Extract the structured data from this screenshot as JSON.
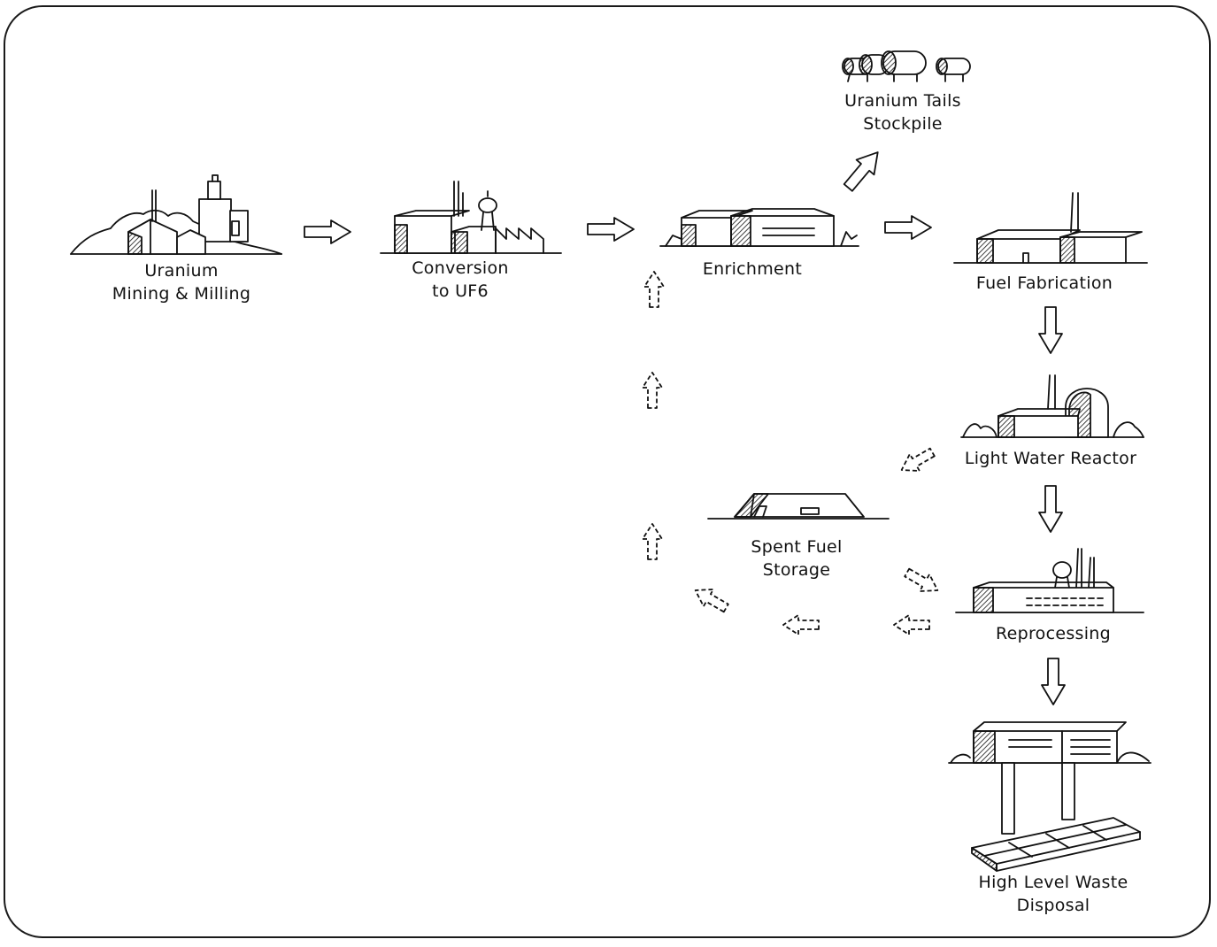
{
  "diagram": {
    "nodes": {
      "mining": {
        "line1": "Uranium",
        "line2": "Mining & Milling",
        "icon": "mine-mill-icon"
      },
      "conversion": {
        "line1": "Conversion",
        "line2": "to UF6",
        "icon": "factory-icon"
      },
      "enrichment": {
        "line1": "Enrichment",
        "icon": "enrichment-plant-icon"
      },
      "tails": {
        "line1": "Uranium Tails",
        "line2": "Stockpile",
        "icon": "cylinders-icon"
      },
      "fabrication": {
        "line1": "Fuel Fabrication",
        "icon": "fabrication-plant-icon"
      },
      "reactor": {
        "line1": "Light Water Reactor",
        "icon": "reactor-dome-icon"
      },
      "storage": {
        "line1": "Spent Fuel",
        "line2": "Storage",
        "icon": "storage-building-icon"
      },
      "reprocessing": {
        "line1": "Reprocessing",
        "icon": "reprocessing-plant-icon"
      },
      "disposal": {
        "line1": "High Level Waste",
        "line2": "Disposal",
        "icon": "repository-icon"
      }
    },
    "flows": [
      {
        "from": "mining",
        "to": "conversion",
        "style": "solid"
      },
      {
        "from": "conversion",
        "to": "enrichment",
        "style": "solid"
      },
      {
        "from": "enrichment",
        "to": "tails",
        "style": "solid"
      },
      {
        "from": "enrichment",
        "to": "fabrication",
        "style": "solid"
      },
      {
        "from": "fabrication",
        "to": "reactor",
        "style": "solid"
      },
      {
        "from": "reactor",
        "to": "reprocessing",
        "style": "solid"
      },
      {
        "from": "reprocessing",
        "to": "disposal",
        "style": "solid"
      },
      {
        "from": "reactor",
        "to": "storage",
        "style": "dashed"
      },
      {
        "from": "storage",
        "to": "reprocessing",
        "style": "dashed"
      },
      {
        "from": "reprocessing",
        "to": "enrichment",
        "style": "dashed"
      }
    ]
  }
}
